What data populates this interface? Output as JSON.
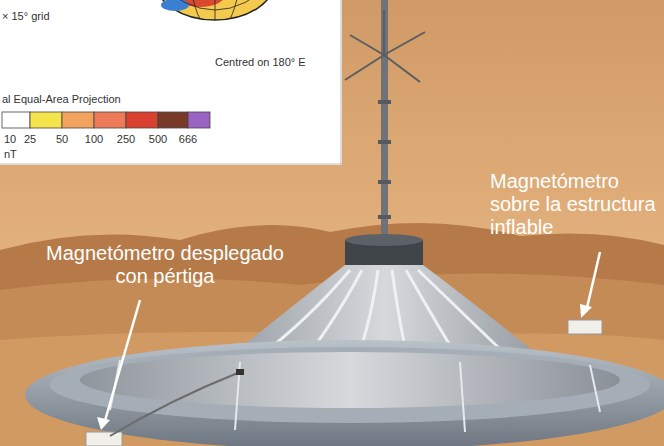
{
  "diagram": {
    "labels": [
      "× 15° grid",
      "Centred on 180° E",
      "al Equal-Area Projection",
      "10",
      "25",
      "50",
      "100",
      "250",
      "500",
      "666",
      "nT",
      "Magnetómetro sobre la estructura inflable",
      "Magnetómetro desplegado con pértiga"
    ]
  }
}
